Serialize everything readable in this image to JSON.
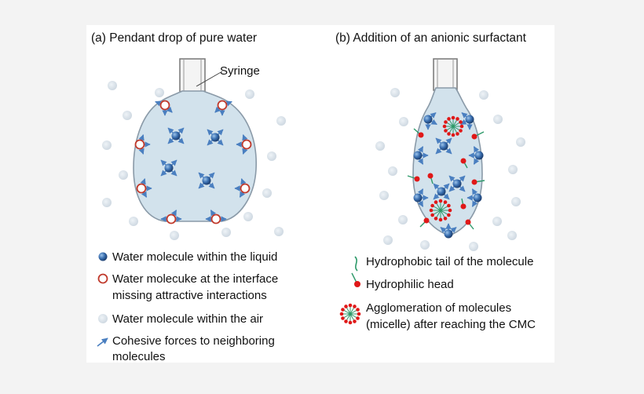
{
  "panel_a": {
    "title": "(a) Pendant drop of pure water",
    "syringe_label": "Syringe",
    "legend": {
      "water_liquid": "Water molecule within the liquid",
      "interface_line1": "Water molecuke at the interface",
      "interface_line2": "missing attractive interactions",
      "water_air": "Water molecule within the air",
      "cohesive_line1": "Cohesive forces to neighboring",
      "cohesive_line2": "molecules"
    }
  },
  "panel_b": {
    "title": "(b) Addition of an anionic surfactant",
    "legend": {
      "tail": "Hydrophobic tail of the molecule",
      "head": "Hydrophilic head",
      "micelle_line1": "Agglomeration of molecules",
      "micelle_line2": "(micelle) after reaching the CMC"
    }
  },
  "colors": {
    "drop_fill": "#d2e2ec",
    "molecule_blue": "#3a6fb0",
    "arrow_blue": "#4a7fc0",
    "interface_red": "#c0392b",
    "head_red": "#e01818",
    "tail_green": "#2e9a6a",
    "air_molecule": "#d9e2ea"
  },
  "icons": [
    "water-molecule-icon",
    "interface-molecule-icon",
    "air-molecule-icon",
    "cohesive-force-icon",
    "hydrophobic-tail-icon",
    "hydrophilic-head-icon",
    "micelle-icon"
  ]
}
